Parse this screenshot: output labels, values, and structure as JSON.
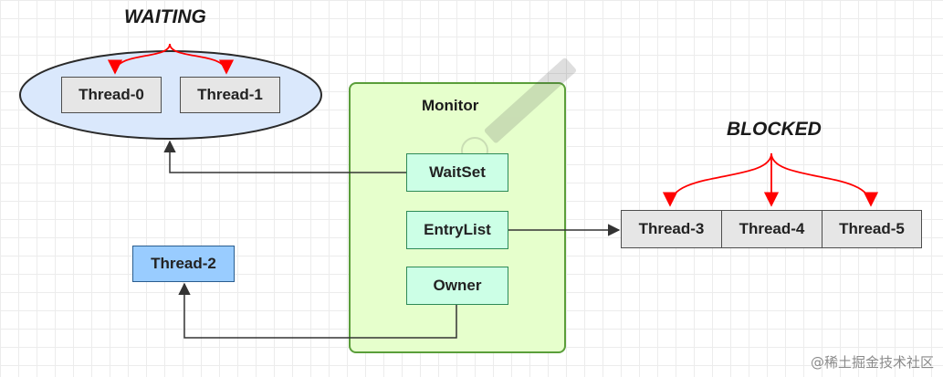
{
  "diagram": {
    "waiting_label": "WAITING",
    "blocked_label": "BLOCKED",
    "monitor_title": "Monitor",
    "waiting_threads": [
      "Thread-0",
      "Thread-1"
    ],
    "blocked_threads": [
      "Thread-3",
      "Thread-4",
      "Thread-5"
    ],
    "owner_thread": "Thread-2",
    "monitor_fields": {
      "waitset": "WaitSet",
      "entrylist": "EntryList",
      "owner": "Owner"
    }
  },
  "colors": {
    "ellipse_fill": "#dae8fc",
    "ellipse_stroke": "#2a2a2a",
    "monitor_fill": "#e6ffcc",
    "monitor_stroke": "#5a9e3a",
    "monitor_item_fill": "#ccffe6",
    "thread_gray_fill": "#e6e6e6",
    "thread_blue_fill": "#99ccff",
    "red_arrow": "#ff0000",
    "connector": "#333333"
  },
  "icons": {
    "watermark_icon": "at-sign-icon"
  },
  "watermark": {
    "text": "@稀土掘金技术社区"
  }
}
